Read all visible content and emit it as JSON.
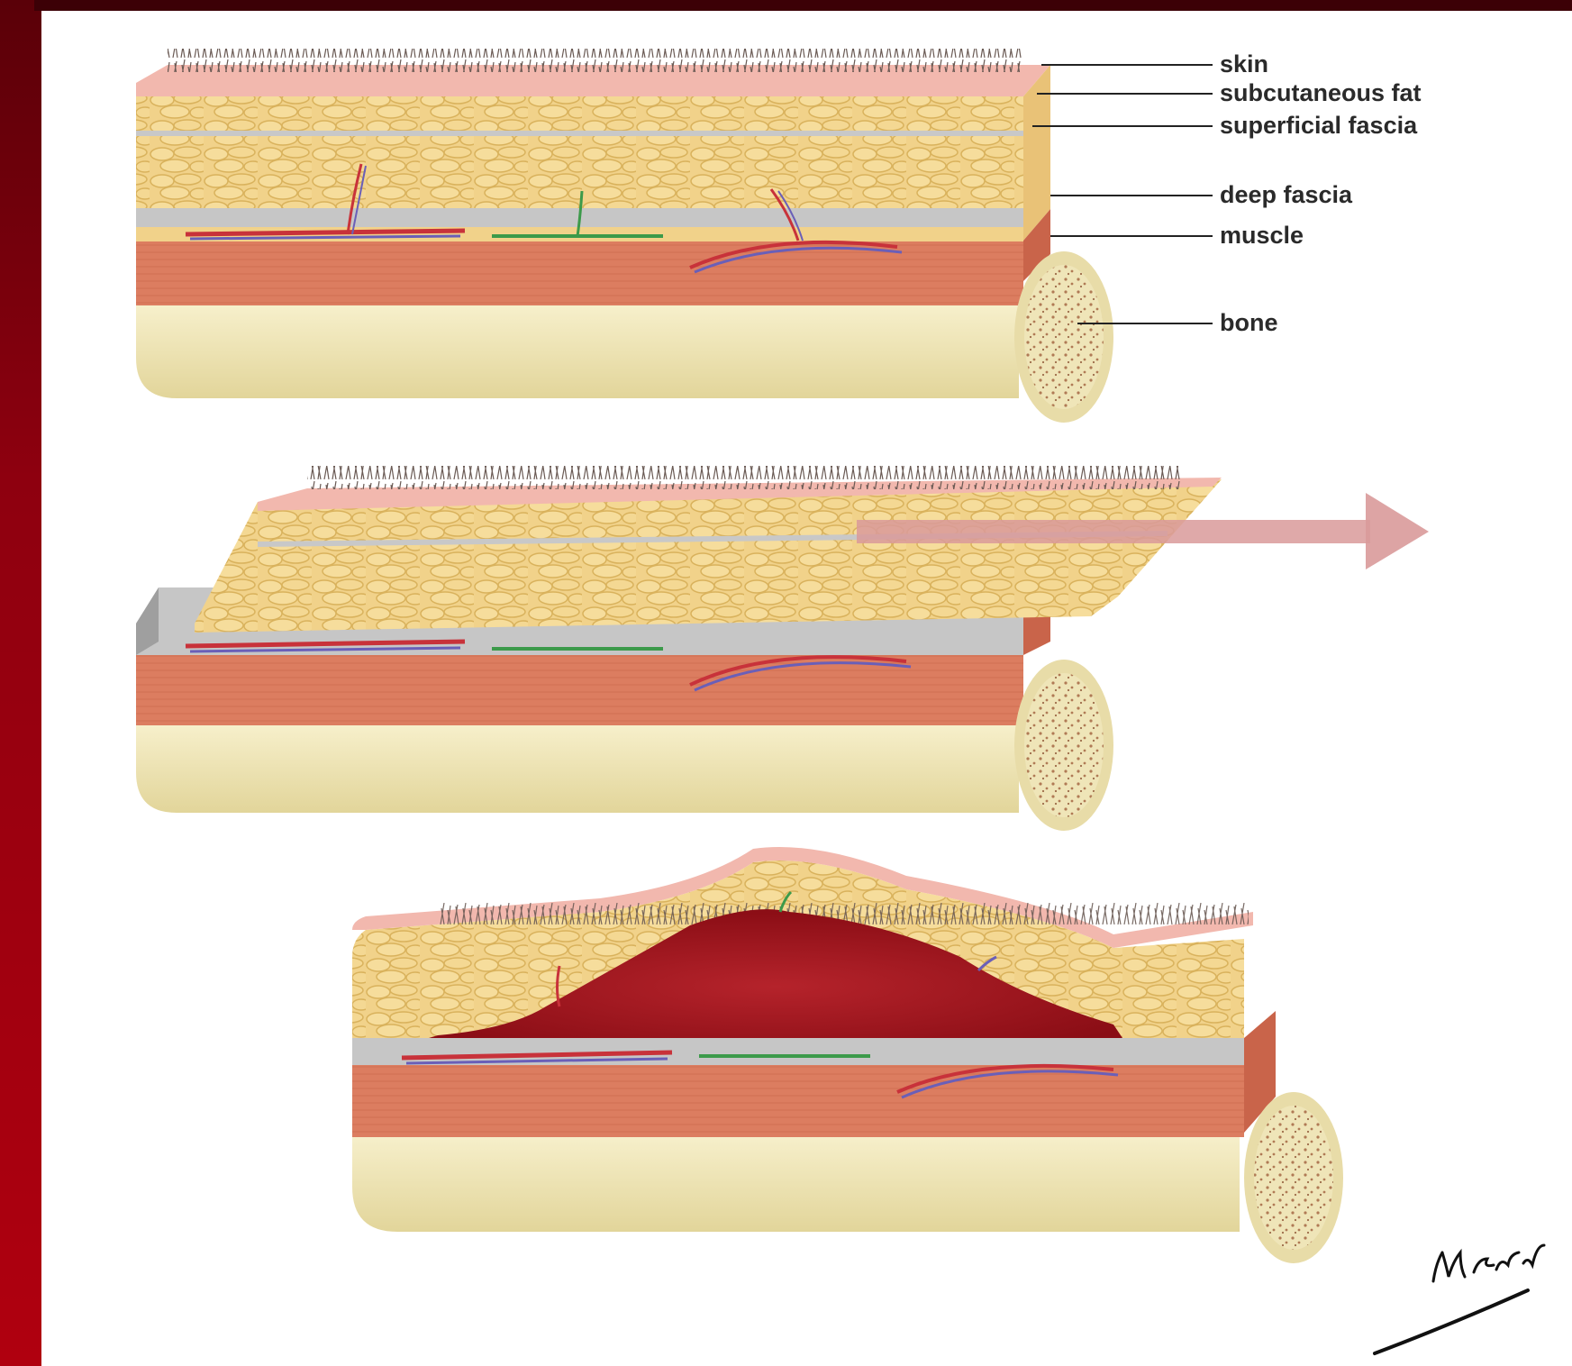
{
  "labels": {
    "skin": "skin",
    "subcutaneous_fat": "subcutaneous fat",
    "superficial_fascia": "superficial fascia",
    "deep_fascia": "deep fascia",
    "muscle": "muscle",
    "bone": "bone"
  },
  "signature": "M. Skalski",
  "colors": {
    "skin": "#f2b8ae",
    "fat": "#f1d28a",
    "fat_dark": "#d9b25c",
    "fascia": "#bfbfbf",
    "muscle": "#dc7d60",
    "bone": "#f4ecc0",
    "hematoma": "#9a1018",
    "arrow": "#d99a9a",
    "artery": "#c8323a",
    "vein": "#6a5fb8",
    "nerve": "#3c9a4a",
    "border": "#b0000f"
  }
}
